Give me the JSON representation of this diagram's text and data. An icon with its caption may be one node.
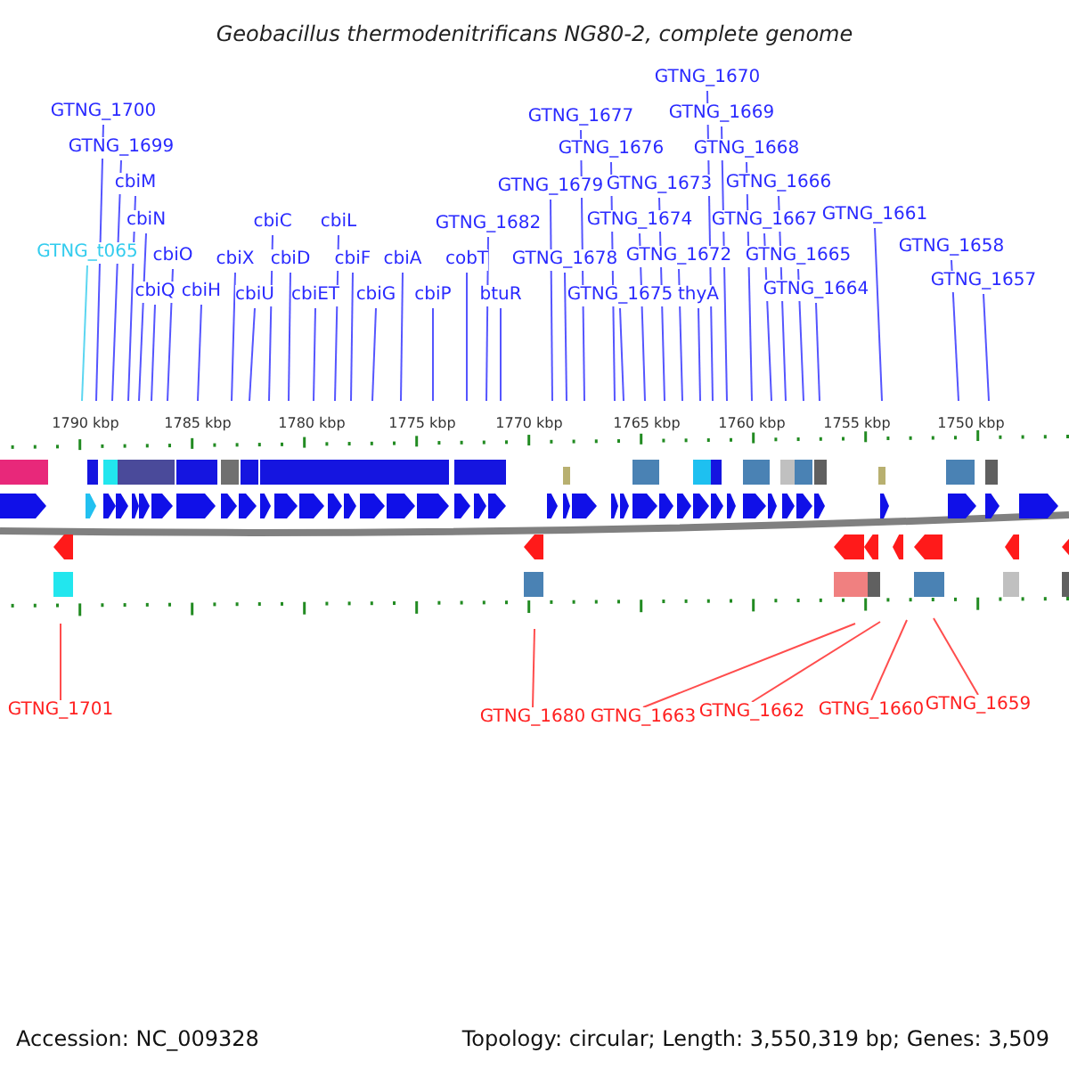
{
  "diagram": {
    "title": "Geobacillus thermodenitrificans NG80-2, complete genome",
    "nodes": [
      {
        "text": [
          "GTNG_1670"
        ]
      },
      {
        "text": [
          "GTNG_1700"
        ]
      },
      {
        "text": [
          "GTNG_1669"
        ]
      },
      {
        "text": [
          "GTNG_1677"
        ]
      },
      {
        "text": [
          "GTNG_1699"
        ]
      },
      {
        "text": [
          "GTNG_1676"
        ]
      },
      {
        "text": [
          "GTNG_1668"
        ]
      },
      {
        "text": [
          "cbiM"
        ]
      },
      {
        "text": [
          "GTNG_1679"
        ]
      },
      {
        "text": [
          "GTNG_1673"
        ]
      },
      {
        "text": [
          "GTNG_1666"
        ]
      },
      {
        "text": [
          "GTNG_1661"
        ]
      },
      {
        "text": [
          "cbiN"
        ]
      },
      {
        "text": [
          "cbiC"
        ]
      },
      {
        "text": [
          "cbiL"
        ]
      },
      {
        "text": [
          "GTNG_1674"
        ]
      },
      {
        "text": [
          "GTNG_1667"
        ]
      },
      {
        "text": [
          "GTNG_1682"
        ]
      },
      {
        "text": [
          "GTNG_1658"
        ]
      },
      {
        "text": [
          "GTNG_t065"
        ]
      },
      {
        "text": [
          "cbiO"
        ]
      },
      {
        "text": [
          "GTNG_1672"
        ]
      },
      {
        "text": [
          "GTNG_1665"
        ]
      },
      {
        "text": [
          "cbiX"
        ]
      },
      {
        "text": [
          "cbiD"
        ]
      },
      {
        "text": [
          "cbiF"
        ]
      },
      {
        "text": [
          "cbiA"
        ]
      },
      {
        "text": [
          "cobT"
        ]
      },
      {
        "text": [
          "GTNG_1678"
        ]
      },
      {
        "text": [
          "GTNG_1657"
        ]
      },
      {
        "text": [
          "GTNG_1664"
        ]
      },
      {
        "text": [
          "cbiQ"
        ]
      },
      {
        "text": [
          "cbiH"
        ]
      },
      {
        "text": [
          "cbiU"
        ]
      },
      {
        "text": [
          "cbiET"
        ]
      },
      {
        "text": [
          "cbiG"
        ]
      },
      {
        "text": [
          "cbiP"
        ]
      },
      {
        "text": [
          "btuR"
        ]
      },
      {
        "text": [
          "GTNG_1675"
        ]
      },
      {
        "text": [
          "thyA"
        ]
      },
      {
        "text": [
          "GTNG_1659"
        ]
      },
      {
        "text": [
          "GTNG_1660"
        ]
      },
      {
        "text": [
          "GTNG_1701"
        ]
      },
      {
        "text": [
          "GTNG_1662"
        ]
      },
      {
        "text": [
          "GTNG_1680"
        ]
      },
      {
        "text": [
          "GTNG_1663"
        ]
      }
    ],
    "edges": [
      {
        "from": 0,
        "to": null,
        "arrow": "none"
      },
      {
        "from": 1,
        "to": null,
        "arrow": "none"
      },
      {
        "from": 2,
        "to": null,
        "arrow": "none"
      },
      {
        "from": 3,
        "to": null,
        "arrow": "none"
      },
      {
        "from": 4,
        "to": null,
        "arrow": "none"
      },
      {
        "from": 5,
        "to": null,
        "arrow": "none"
      },
      {
        "from": 6,
        "to": null,
        "arrow": "none"
      },
      {
        "from": 7,
        "to": null,
        "arrow": "none"
      },
      {
        "from": 8,
        "to": null,
        "arrow": "none"
      },
      {
        "from": 9,
        "to": null,
        "arrow": "none"
      },
      {
        "from": 10,
        "to": null,
        "arrow": "none"
      },
      {
        "from": 11,
        "to": null,
        "arrow": "none"
      },
      {
        "from": 12,
        "to": null,
        "arrow": "none"
      },
      {
        "from": 13,
        "to": null,
        "arrow": "none"
      },
      {
        "from": 14,
        "to": null,
        "arrow": "none"
      },
      {
        "from": 15,
        "to": null,
        "arrow": "none"
      },
      {
        "from": 16,
        "to": null,
        "arrow": "none"
      },
      {
        "from": 17,
        "to": null,
        "arrow": "none"
      },
      {
        "from": 18,
        "to": null,
        "arrow": "none"
      },
      {
        "from": 19,
        "to": null,
        "arrow": "none",
        "color": "#33ccee"
      },
      {
        "from": 20,
        "to": null,
        "arrow": "none"
      },
      {
        "from": 21,
        "to": null,
        "arrow": "none"
      },
      {
        "from": 22,
        "to": null,
        "arrow": "none"
      },
      {
        "from": 23,
        "to": null,
        "arrow": "none"
      },
      {
        "from": 24,
        "to": null,
        "arrow": "none"
      },
      {
        "from": 25,
        "to": null,
        "arrow": "none"
      },
      {
        "from": 26,
        "to": null,
        "arrow": "none"
      },
      {
        "from": 27,
        "to": null,
        "arrow": "none"
      },
      {
        "from": 28,
        "to": null,
        "arrow": "none"
      },
      {
        "from": 29,
        "to": null,
        "arrow": "none"
      },
      {
        "from": 30,
        "to": null,
        "arrow": "none"
      },
      {
        "from": 31,
        "to": null,
        "arrow": "none"
      },
      {
        "from": 32,
        "to": null,
        "arrow": "none"
      },
      {
        "from": 33,
        "to": null,
        "arrow": "none"
      },
      {
        "from": 34,
        "to": null,
        "arrow": "none"
      },
      {
        "from": 35,
        "to": null,
        "arrow": "none"
      },
      {
        "from": 36,
        "to": null,
        "arrow": "none"
      },
      {
        "from": 37,
        "to": null,
        "arrow": "none"
      },
      {
        "from": 38,
        "to": null,
        "arrow": "none"
      },
      {
        "from": 39,
        "to": null,
        "arrow": "none"
      },
      {
        "from": 40,
        "to": null,
        "arrow": "none",
        "color": "#ff2020"
      },
      {
        "from": 41,
        "to": null,
        "arrow": "none",
        "color": "#ff2020"
      },
      {
        "from": 42,
        "to": null,
        "arrow": "none",
        "color": "#ff2020"
      },
      {
        "from": 43,
        "to": null,
        "arrow": "none",
        "color": "#ff2020"
      },
      {
        "from": 44,
        "to": null,
        "arrow": "none",
        "color": "#ff2020"
      },
      {
        "from": 45,
        "to": null,
        "arrow": "none",
        "color": "#ff2020"
      }
    ],
    "labels": [
      "1790 kbp",
      "1785 kbp",
      "1780 kbp",
      "1775 kbp",
      "1770 kbp",
      "1765 kbp",
      "1760 kbp",
      "1755 kbp",
      "1750 kbp",
      "Accession: NC_009328",
      "Topology: circular; Length: 3,550,319 bp; Genes: 3,509"
    ]
  }
}
